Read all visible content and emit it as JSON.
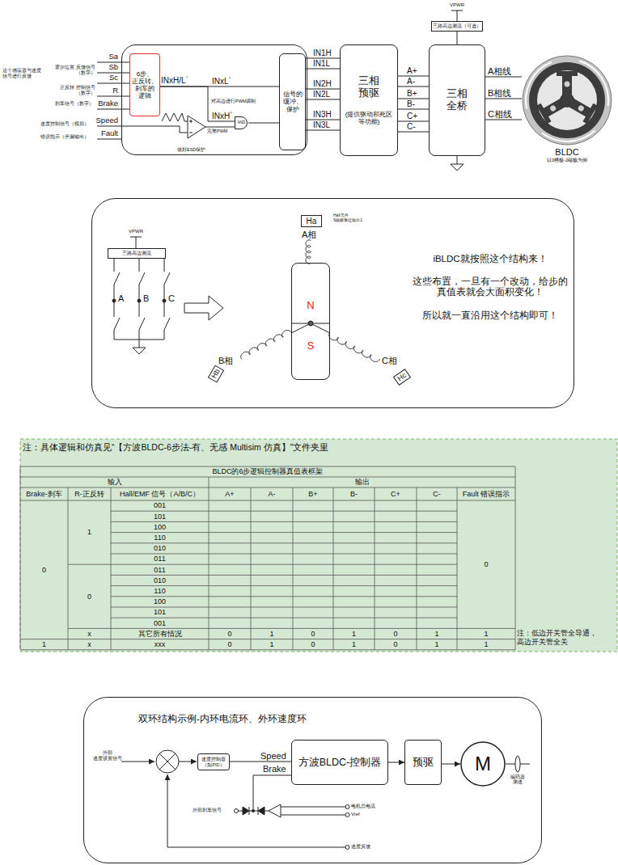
{
  "diagram": {
    "nodes": [
      {
        "text": [
          "做好ESD保护"
        ]
      },
      {
        "text": [
          "6步、 正反转、 刹车的 逻辑"
        ],
        "in": 0
      },
      {
        "text": [
          "AND"
        ],
        "in": 0
      },
      {
        "text": [
          "信号的 缓冲、 保护"
        ],
        "in": 0
      },
      {
        "text": [
          "三相 预驱",
          "(提供驱动和死区 等功能)"
        ]
      },
      {
        "text": [
          "三路高边测流（可选）"
        ]
      },
      {
        "text": [
          "三相 全桥"
        ]
      },
      {
        "text": [
          "BLDC",
          "以3槽极-2磁极为例"
        ]
      },
      {
        "text": [
          "iBLDC就按照这个结构来！",
          "这些布置，一旦有一个改动，给步的 真值表就会大面积变化！",
          "所以就一直沿用这个结构即可！"
        ]
      },
      {
        "text": [
          "三路高边测流"
        ],
        "in": 8
      },
      {
        "text": [
          "Ha"
        ],
        "in": 8
      },
      {
        "text": [
          "N",
          "S"
        ],
        "in": 8
      },
      {
        "text": [
          "Hb"
        ],
        "in": 8
      },
      {
        "text": [
          "Hc"
        ],
        "in": 8
      },
      {
        "text": [
          "双环结构示例-内环电流环、外环速度环"
        ]
      },
      {
        "text": [
          "速度控制器 （如PID）"
        ],
        "in": 14
      },
      {
        "text": [
          "方波BLDC-控制器"
        ],
        "in": 14
      },
      {
        "text": [
          "预驱"
        ],
        "in": 14
      },
      {
        "text": [
          "M"
        ],
        "in": 14
      }
    ],
    "edges": [
      {
        "from": 1,
        "to": 3,
        "label": "INxL`",
        "arrow": "none"
      },
      {
        "from": 1,
        "to": 2,
        "label": "INxH`",
        "arrow": "none"
      },
      {
        "from": 2,
        "to": 3,
        "arrow": "none"
      },
      {
        "from": 3,
        "to": 4,
        "label": "IN1H",
        "arrow": "none"
      },
      {
        "from": 3,
        "to": 4,
        "label": "IN1L",
        "arrow": "none"
      },
      {
        "from": 3,
        "to": 4,
        "label": "IN2H",
        "arrow": "none"
      },
      {
        "from": 3,
        "to": 4,
        "label": "IN2L",
        "arrow": "none"
      },
      {
        "from": 3,
        "to": 4,
        "label": "IN3H",
        "arrow": "none"
      },
      {
        "from": 3,
        "to": 4,
        "label": "IN3L",
        "arrow": "none"
      },
      {
        "from": 4,
        "to": 6,
        "label": "A+",
        "arrow": "none"
      },
      {
        "from": 4,
        "to": 6,
        "label": "A-",
        "arrow": "none"
      },
      {
        "from": 4,
        "to": 6,
        "label": "B+",
        "arrow": "none"
      },
      {
        "from": 4,
        "to": 6,
        "label": "B-",
        "arrow": "none"
      },
      {
        "from": 4,
        "to": 6,
        "label": "C+",
        "arrow": "none"
      },
      {
        "from": 4,
        "to": 6,
        "label": "C-",
        "arrow": "none"
      },
      {
        "from": 5,
        "to": 6,
        "arrow": "none"
      },
      {
        "from": 6,
        "to": 7,
        "label": "A相线",
        "arrow": "none"
      },
      {
        "from": 6,
        "to": 7,
        "label": "B相线",
        "arrow": "none"
      },
      {
        "from": 6,
        "to": 7,
        "label": "C相线",
        "arrow": "none"
      },
      {
        "from": 15,
        "to": 16,
        "label": "Speed",
        "arrow": "none"
      },
      {
        "from": 16,
        "to": 17,
        "arrow": "to"
      },
      {
        "from": 17,
        "to": 18,
        "arrow": "to"
      }
    ],
    "labels": [
      "这个感应器与速度 信号进行反馈",
      "霍尔位置 反馈信号（数字）",
      "正反转 控制信号（数字）",
      "刹车信号（数字）",
      "速度控制信号（模拟）",
      "错误指示（开漏输出）",
      "Sa",
      "Sb",
      "Sc",
      "R",
      "Brake",
      "Speed",
      "Fault",
      "INxH/L`",
      "对高边进行PWM调制",
      "完整PWM",
      "VPWR",
      "VPWR",
      "A",
      "B",
      "C",
      "A相",
      "Hall元件 S磁极靠近输出1",
      "B相",
      "C相",
      "注：具体逻辑和仿真见“【方波BLDC-6步法-有、无感 Multisim 仿真】”文件夹里",
      "BLDC的6步逻辑控制器真值表框架",
      "输入",
      "输出",
      "Brake-刹车",
      "R-正反转",
      "Hall/EMF 信号（A/B/C）",
      "A+",
      "A-",
      "B+",
      "B-",
      "C+",
      "C-",
      "Fault 错误指示",
      "0",
      "1",
      "001",
      "101",
      "100",
      "110",
      "010",
      "011",
      "0",
      "011",
      "010",
      "110",
      "100",
      "101",
      "001",
      "0",
      "x",
      "其它所有情况",
      "0",
      "1",
      "0",
      "1",
      "0",
      "1",
      "1",
      "注：低边开关管全导通， 高边开关管全关",
      "1",
      "x",
      "xxx",
      "0",
      "1",
      "0",
      "1",
      "0",
      "1",
      "1",
      "外部 速度设置信号",
      "Brake",
      "外部刹车信号",
      "电机总电流",
      "Vref",
      "速度反馈",
      "编码器 测速"
    ]
  }
}
